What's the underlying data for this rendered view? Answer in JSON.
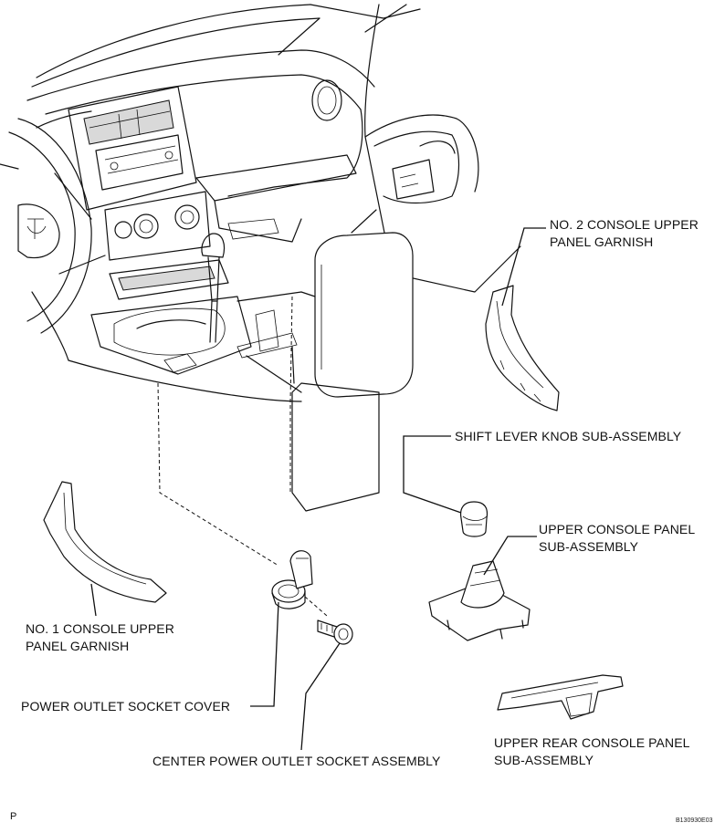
{
  "labels": {
    "no2_garnish_line1": "NO. 2 CONSOLE UPPER",
    "no2_garnish_line2": "PANEL GARNISH",
    "shift_knob": "SHIFT LEVER KNOB SUB-ASSEMBLY",
    "upper_panel_line1": "UPPER CONSOLE PANEL",
    "upper_panel_line2": "SUB-ASSEMBLY",
    "no1_garnish_line1": "NO. 1 CONSOLE UPPER",
    "no1_garnish_line2": "PANEL GARNISH",
    "socket_cover": "POWER OUTLET SOCKET COVER",
    "rear_panel_line1": "UPPER REAR CONSOLE PANEL",
    "rear_panel_line2": "SUB-ASSEMBLY",
    "center_socket": "CENTER POWER OUTLET SOCKET ASSEMBLY"
  },
  "footer": {
    "corner_mark": "P",
    "figure_code": "B130930E03"
  }
}
